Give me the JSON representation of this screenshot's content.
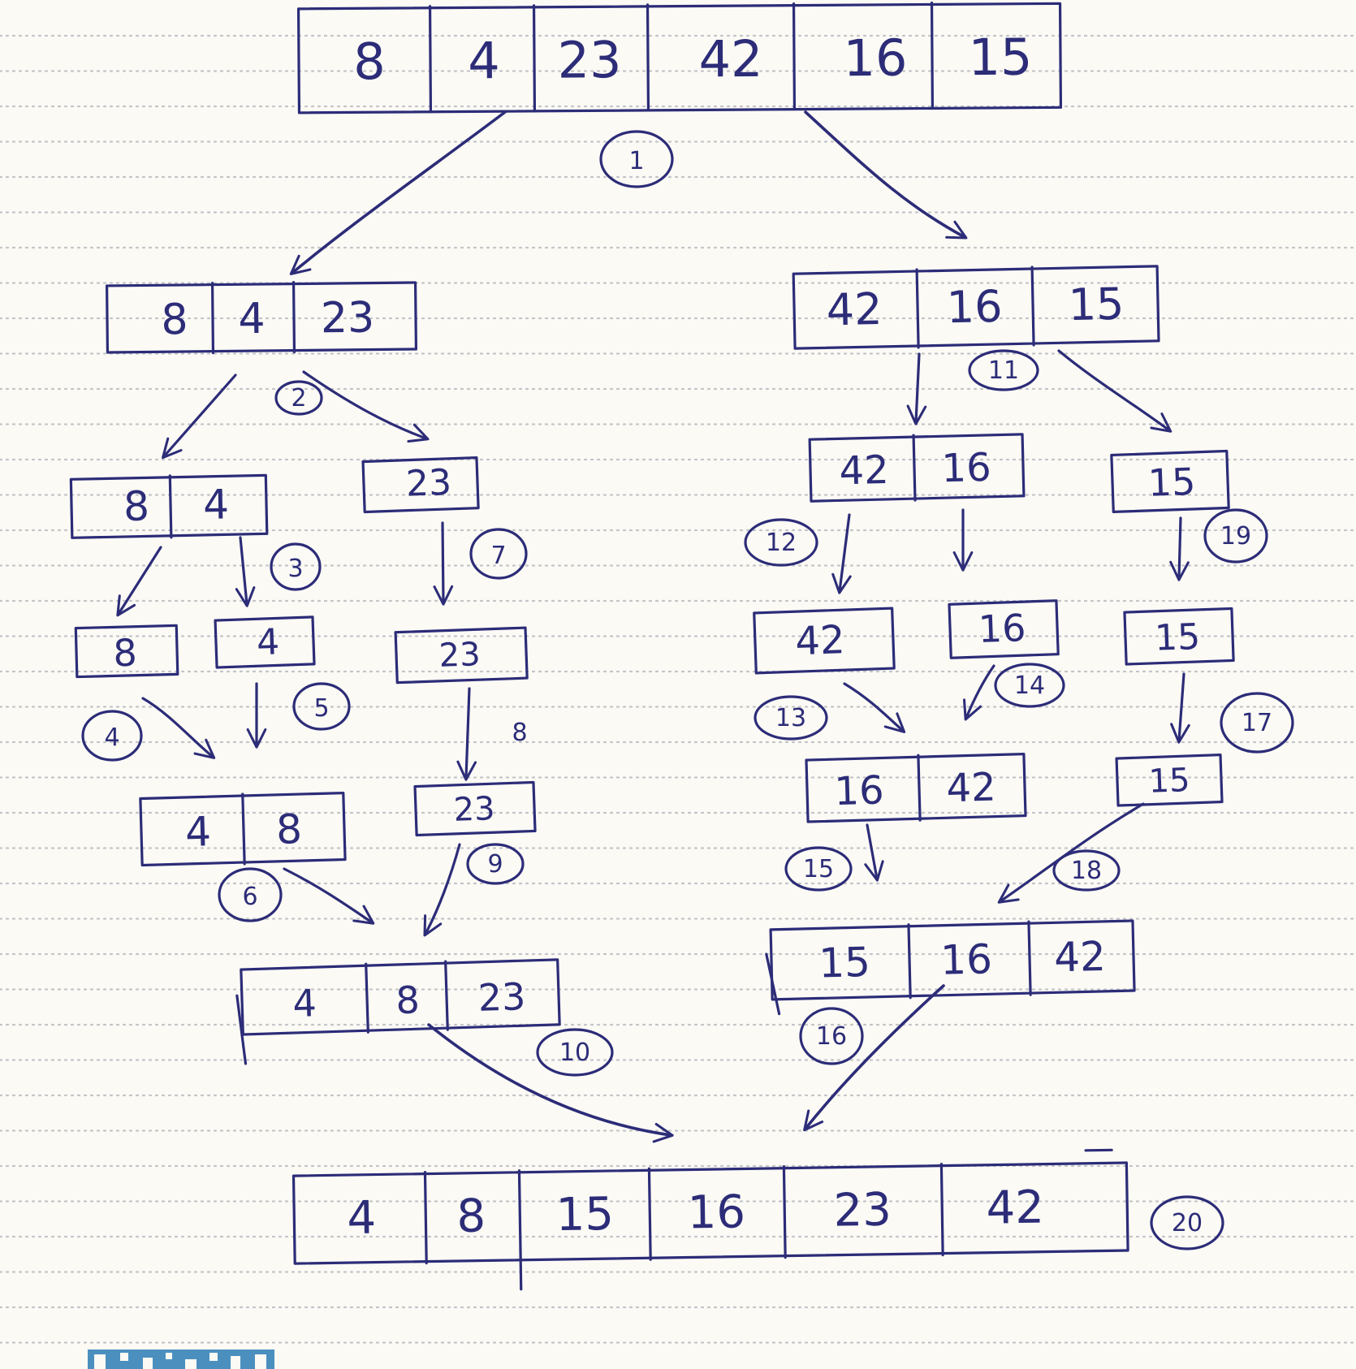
{
  "diagram": {
    "arrays": [
      {
        "id": "a1",
        "cells": [
          "8",
          "4",
          "23",
          "42",
          "16",
          "15"
        ]
      },
      {
        "id": "a2",
        "cells": [
          "8",
          "4",
          "23"
        ]
      },
      {
        "id": "a3",
        "cells": [
          "42",
          "16",
          "15"
        ]
      },
      {
        "id": "a4",
        "cells": [
          "8",
          "4"
        ]
      },
      {
        "id": "a5",
        "cells": [
          "23"
        ]
      },
      {
        "id": "a6",
        "cells": [
          "42",
          "16"
        ]
      },
      {
        "id": "a7",
        "cells": [
          "15"
        ]
      },
      {
        "id": "a8",
        "cells": [
          "8"
        ]
      },
      {
        "id": "a9",
        "cells": [
          "4"
        ]
      },
      {
        "id": "a10",
        "cells": [
          "23"
        ]
      },
      {
        "id": "a11",
        "cells": [
          "42"
        ]
      },
      {
        "id": "a12",
        "cells": [
          "16"
        ]
      },
      {
        "id": "a13",
        "cells": [
          "15"
        ]
      },
      {
        "id": "a14",
        "cells": [
          "4",
          "8"
        ]
      },
      {
        "id": "a15",
        "cells": [
          "23"
        ]
      },
      {
        "id": "a16",
        "cells": [
          "16",
          "42"
        ]
      },
      {
        "id": "a17",
        "cells": [
          "15"
        ]
      },
      {
        "id": "a18",
        "cells": [
          "4",
          "8",
          "23"
        ]
      },
      {
        "id": "a19",
        "cells": [
          "15",
          "16",
          "42"
        ]
      },
      {
        "id": "a20",
        "cells": [
          "4",
          "8",
          "15",
          "16",
          "23",
          "42"
        ]
      }
    ],
    "steps": [
      "1",
      "2",
      "3",
      "4",
      "5",
      "6",
      "7",
      "8",
      "9",
      "10",
      "11",
      "12",
      "13",
      "14",
      "15",
      "16",
      "17",
      "18",
      "19",
      "20"
    ]
  }
}
